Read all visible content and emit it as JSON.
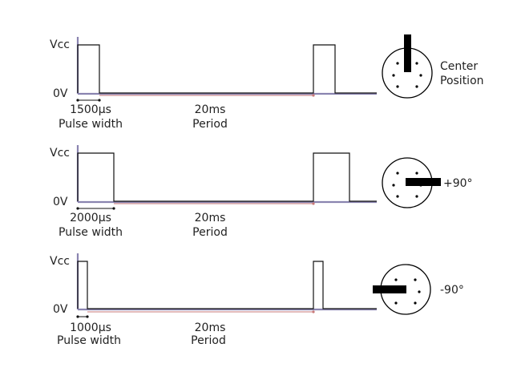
{
  "colors": {
    "signal": "#111111",
    "axis": "#8a84b0",
    "width_marker": "#111111",
    "period_marker": "#c87878",
    "servo_arm": "#000000"
  },
  "labels": {
    "vcc": "Vcc",
    "zero_v": "0V"
  },
  "panels": [
    {
      "pulse_width": "1500µs",
      "pulse_width_label": "Pulse width",
      "period": "20ms",
      "period_label": "Period",
      "servo_label_lines": [
        "Center",
        "Position"
      ],
      "arm_direction": "up"
    },
    {
      "pulse_width": "2000µs",
      "pulse_width_label": "Pulse width",
      "period": "20ms",
      "period_label": "Period",
      "servo_label_lines": [
        "+90°"
      ],
      "arm_direction": "right"
    },
    {
      "pulse_width": "1000µs",
      "pulse_width_label": "Pulse width",
      "period": "20ms",
      "period_label": "Period",
      "servo_label_lines": [
        "-90°"
      ],
      "arm_direction": "left"
    }
  ]
}
